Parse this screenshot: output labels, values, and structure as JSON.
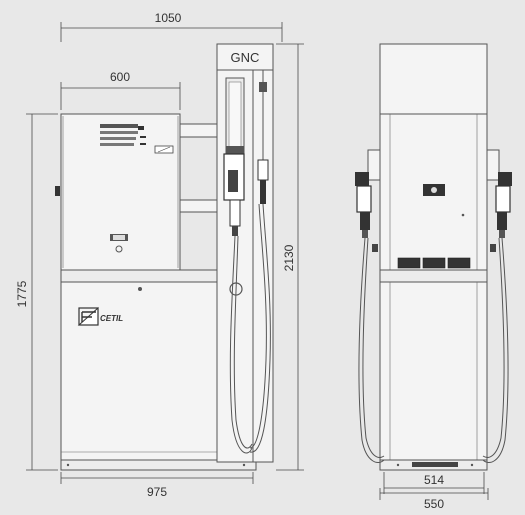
{
  "dimensions": {
    "total_width": "1050",
    "cabinet_width": "600",
    "cabinet_height": "1775",
    "total_height": "2130",
    "base_width": "975",
    "side_inner_width": "514",
    "side_outer_width": "550"
  },
  "labels": {
    "column_badge": "GNC",
    "brand": "CETIL"
  },
  "colors": {
    "background": "#e8e8e8",
    "line": "#555555",
    "fill": "#f4f4f4"
  }
}
